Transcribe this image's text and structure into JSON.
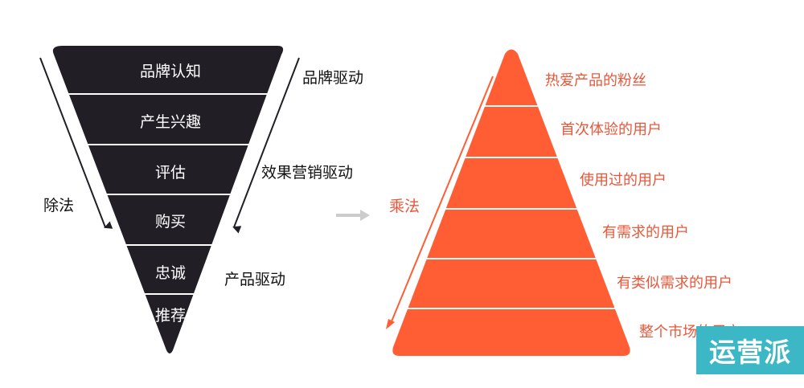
{
  "funnel": {
    "stages": [
      "品牌认知",
      "产生兴趣",
      "评估",
      "购买",
      "忠诚",
      "推荐"
    ],
    "left_arrow_label": "除法",
    "right_labels": [
      "品牌驱动",
      "效果营销驱动",
      "产品驱动"
    ],
    "fill_color": "#221e26",
    "divider_color": "#ffffff",
    "text_color": "#ffffff"
  },
  "transition_arrow": {
    "color": "#cccccc"
  },
  "pyramid": {
    "levels": [
      "热爱产品的粉丝",
      "首次体验的用户",
      "使用过的用户",
      "有需求的用户",
      "有类似需求的用户",
      "整个市场的用户"
    ],
    "left_arrow_label": "乘法",
    "fill_color": "#ff5e35",
    "label_color": "#e8573a",
    "divider_color": "#ffffff"
  },
  "watermark": {
    "text": "运营派",
    "color": "#3cb7c6"
  }
}
